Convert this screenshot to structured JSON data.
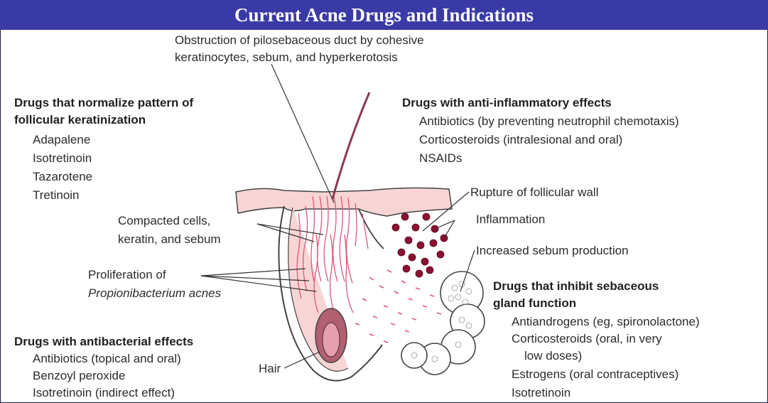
{
  "title": "Current Acne Drugs and Indications",
  "obstruction": {
    "line1": "Obstruction of pilosebaceous duct by cohesive",
    "line2": "keratinocytes, sebum, and hyperkerotosis"
  },
  "keratinization": {
    "heading1": "Drugs that normalize pattern of",
    "heading2": "follicular keratinization",
    "items": [
      "Adapalene",
      "Isotretinoin",
      "Tazarotene",
      "Tretinoin"
    ]
  },
  "anti_inflammatory": {
    "heading": "Drugs with anti-inflammatory effects",
    "items": [
      "Antibiotics (by preventing neutrophil chemotaxis)",
      "Corticosteroids (intralesional and oral)",
      "NSAIDs"
    ]
  },
  "labels": {
    "rupture": "Rupture of follicular wall",
    "inflammation": "Inflammation",
    "sebum_production": "Increased sebum production",
    "compacted1": "Compacted cells,",
    "compacted2": "keratin, and sebum",
    "proliferation1": "Proliferation of",
    "proliferation2": "Propionibacterium acnes",
    "hair": "Hair"
  },
  "sebaceous": {
    "heading1": "Drugs that inhibit sebaceous",
    "heading2": "gland function",
    "items": [
      "Antiandrogens (eg, spironolactone)",
      "Corticosteroids (oral, in very",
      "low doses)",
      "Estrogens (oral contraceptives)",
      "Isotretinoin"
    ]
  },
  "antibacterial": {
    "heading": "Drugs with antibacterial effects",
    "items": [
      "Antibiotics (topical and oral)",
      "Benzoyl peroxide",
      "Isotretinoin (indirect effect)"
    ]
  },
  "colors": {
    "title_bg": "#3a3aa6",
    "skin": "#f7d3d3",
    "follicle_dots": "#e0557a",
    "inflammation": "#8b1030"
  }
}
